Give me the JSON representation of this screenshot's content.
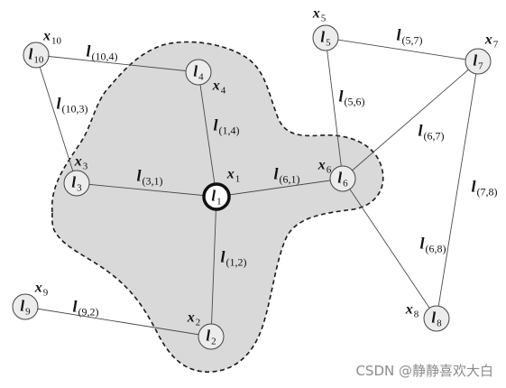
{
  "diagram": {
    "nodes": [
      {
        "letter": "l",
        "sub": "1",
        "var_letter": "x",
        "var_sub": "1",
        "highlighted": true
      },
      {
        "letter": "l",
        "sub": "2",
        "var_letter": "x",
        "var_sub": "2"
      },
      {
        "letter": "l",
        "sub": "3",
        "var_letter": "x",
        "var_sub": "3"
      },
      {
        "letter": "l",
        "sub": "4",
        "var_letter": "x",
        "var_sub": "4"
      },
      {
        "letter": "l",
        "sub": "5",
        "var_letter": "x",
        "var_sub": "5"
      },
      {
        "letter": "l",
        "sub": "6",
        "var_letter": "x",
        "var_sub": "6"
      },
      {
        "letter": "l",
        "sub": "7",
        "var_letter": "x",
        "var_sub": "7"
      },
      {
        "letter": "l",
        "sub": "8",
        "var_letter": "x",
        "var_sub": "8"
      },
      {
        "letter": "l",
        "sub": "9",
        "var_letter": "x",
        "var_sub": "9"
      },
      {
        "letter": "l",
        "sub": "10",
        "var_letter": "x",
        "var_sub": "10"
      }
    ],
    "edges": [
      {
        "letter": "l",
        "sub": "(10,4)"
      },
      {
        "letter": "l",
        "sub": "(10,3)"
      },
      {
        "letter": "l",
        "sub": "(1,4)"
      },
      {
        "letter": "l",
        "sub": "(3,1)"
      },
      {
        "letter": "l",
        "sub": "(6,1)"
      },
      {
        "letter": "l",
        "sub": "(1,2)"
      },
      {
        "letter": "l",
        "sub": "(9,2)"
      },
      {
        "letter": "l",
        "sub": "(5,6)"
      },
      {
        "letter": "l",
        "sub": "(5,7)"
      },
      {
        "letter": "l",
        "sub": "(6,7)"
      },
      {
        "letter": "l",
        "sub": "(7,8)"
      },
      {
        "letter": "l",
        "sub": "(6,8)"
      }
    ]
  },
  "colors": {
    "region_fill": "#d9d9d9",
    "node_fill": "#ececec",
    "highlight_stroke": "#111111"
  },
  "watermark": "CSDN @静静喜欢大白"
}
